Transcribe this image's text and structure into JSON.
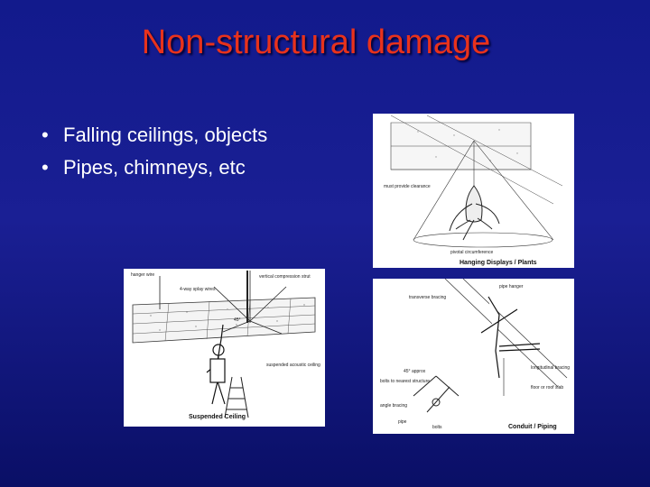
{
  "slide": {
    "title": "Non-structural damage",
    "bullets": [
      "Falling ceilings, objects",
      "Pipes, chimneys, etc"
    ]
  },
  "figures": {
    "suspended_ceiling": {
      "caption": "Suspended Ceiling",
      "labels": {
        "hanger_wire": "hanger wire",
        "vertical_strut": "vertical compression strut",
        "four_way_splay": "4-way splay wires",
        "angle": "45°",
        "acoustic_ceiling": "suspended acoustic ceiling"
      }
    },
    "hanging_displays": {
      "caption": "Hanging Displays / Plants",
      "labels": {
        "clearance": "must provide clearance",
        "pivotal": "pivotal circumference"
      }
    },
    "conduit_piping": {
      "caption": "Conduit / Piping",
      "labels": {
        "pipe_hanger": "pipe hanger",
        "transverse": "transverse bracing",
        "longitudinal": "longitudinal bracing",
        "floor": "floor or roof slab",
        "bolts_structure": "bolts to nearest structure",
        "angle": "45° approx",
        "angle_bracing": "angle bracing",
        "pipe": "pipe",
        "bolts": "bolts"
      }
    }
  }
}
